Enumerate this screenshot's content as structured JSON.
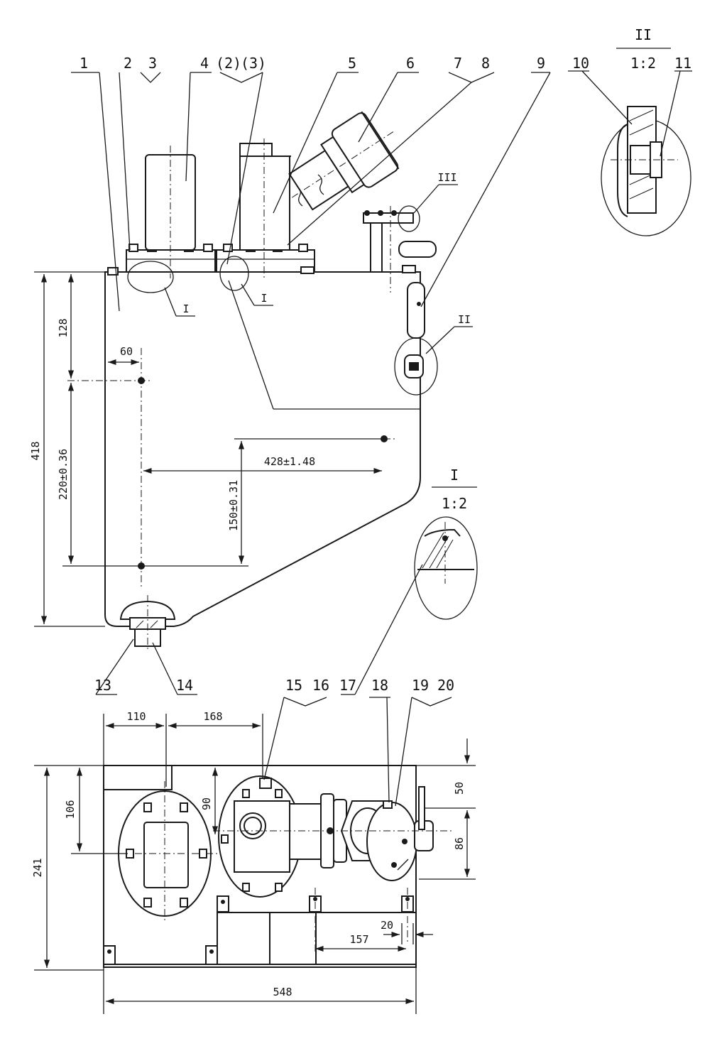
{
  "part_numbers": {
    "n1": "1",
    "n2": "2",
    "n3": "3",
    "n4": "4",
    "n2p": "(2)",
    "n3p": "(3)",
    "n5": "5",
    "n6": "6",
    "n7": "7",
    "n8": "8",
    "n9": "9",
    "n10": "10",
    "n11": "11",
    "n13": "13",
    "n14": "14",
    "n15": "15",
    "n16": "16",
    "n17": "17",
    "n18": "18",
    "n19": "19",
    "n20": "20"
  },
  "detail_views": {
    "detail_ii": {
      "label": "II",
      "scale": "1:2"
    },
    "detail_i": {
      "label": "I",
      "scale": "1:2"
    },
    "marker_iii": "III",
    "marker_ii": "II",
    "marker_i_left": "I",
    "marker_i_right": "I"
  },
  "front_view_dims": {
    "d418": "418",
    "d128": "128",
    "d60": "60",
    "d220": "220±0.36",
    "d150": "150±0.31",
    "d428": "428±1.48"
  },
  "plan_view_dims": {
    "d110": "110",
    "d168": "168",
    "d106": "106",
    "d90": "90",
    "d241": "241",
    "d50": "50",
    "d86": "86",
    "d20": "20",
    "d157": "157",
    "d548": "548"
  }
}
